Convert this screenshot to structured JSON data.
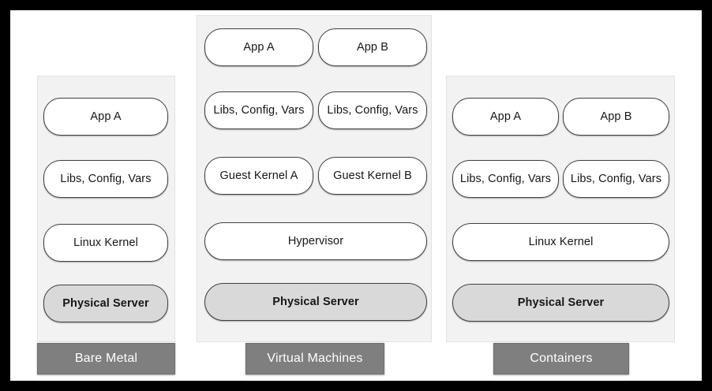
{
  "figure": {
    "columns": [
      {
        "id": "bare-metal",
        "category_label": "Bare Metal",
        "layers": [
          {
            "label": "App A"
          },
          {
            "label": "Libs, Config, Vars"
          },
          {
            "label": "Linux Kernel"
          },
          {
            "label": "Physical Server"
          }
        ]
      },
      {
        "id": "virtual-machines",
        "category_label": "Virtual Machines",
        "layers": [
          {
            "label": "App A"
          },
          {
            "label": "App B"
          },
          {
            "label": "Libs, Config, Vars"
          },
          {
            "label": "Libs, Config, Vars"
          },
          {
            "label": "Guest Kernel A"
          },
          {
            "label": "Guest Kernel B"
          },
          {
            "label": "Hypervisor"
          },
          {
            "label": "Physical Server"
          }
        ]
      },
      {
        "id": "containers",
        "category_label": "Containers",
        "layers": [
          {
            "label": "App A"
          },
          {
            "label": "App B"
          },
          {
            "label": "Libs, Config, Vars"
          },
          {
            "label": "Libs, Config, Vars"
          },
          {
            "label": "Linux Kernel"
          },
          {
            "label": "Physical Server"
          }
        ]
      }
    ],
    "colors": {
      "frame": "#000000",
      "canvas": "#ffffff",
      "panel_fill": "#f2f2f2",
      "node_fill": "#ffffff",
      "node_stroke": "#404040",
      "server_fill": "#d9d9d9",
      "category_fill": "#7f7f7f",
      "category_text": "#ffffff"
    }
  }
}
